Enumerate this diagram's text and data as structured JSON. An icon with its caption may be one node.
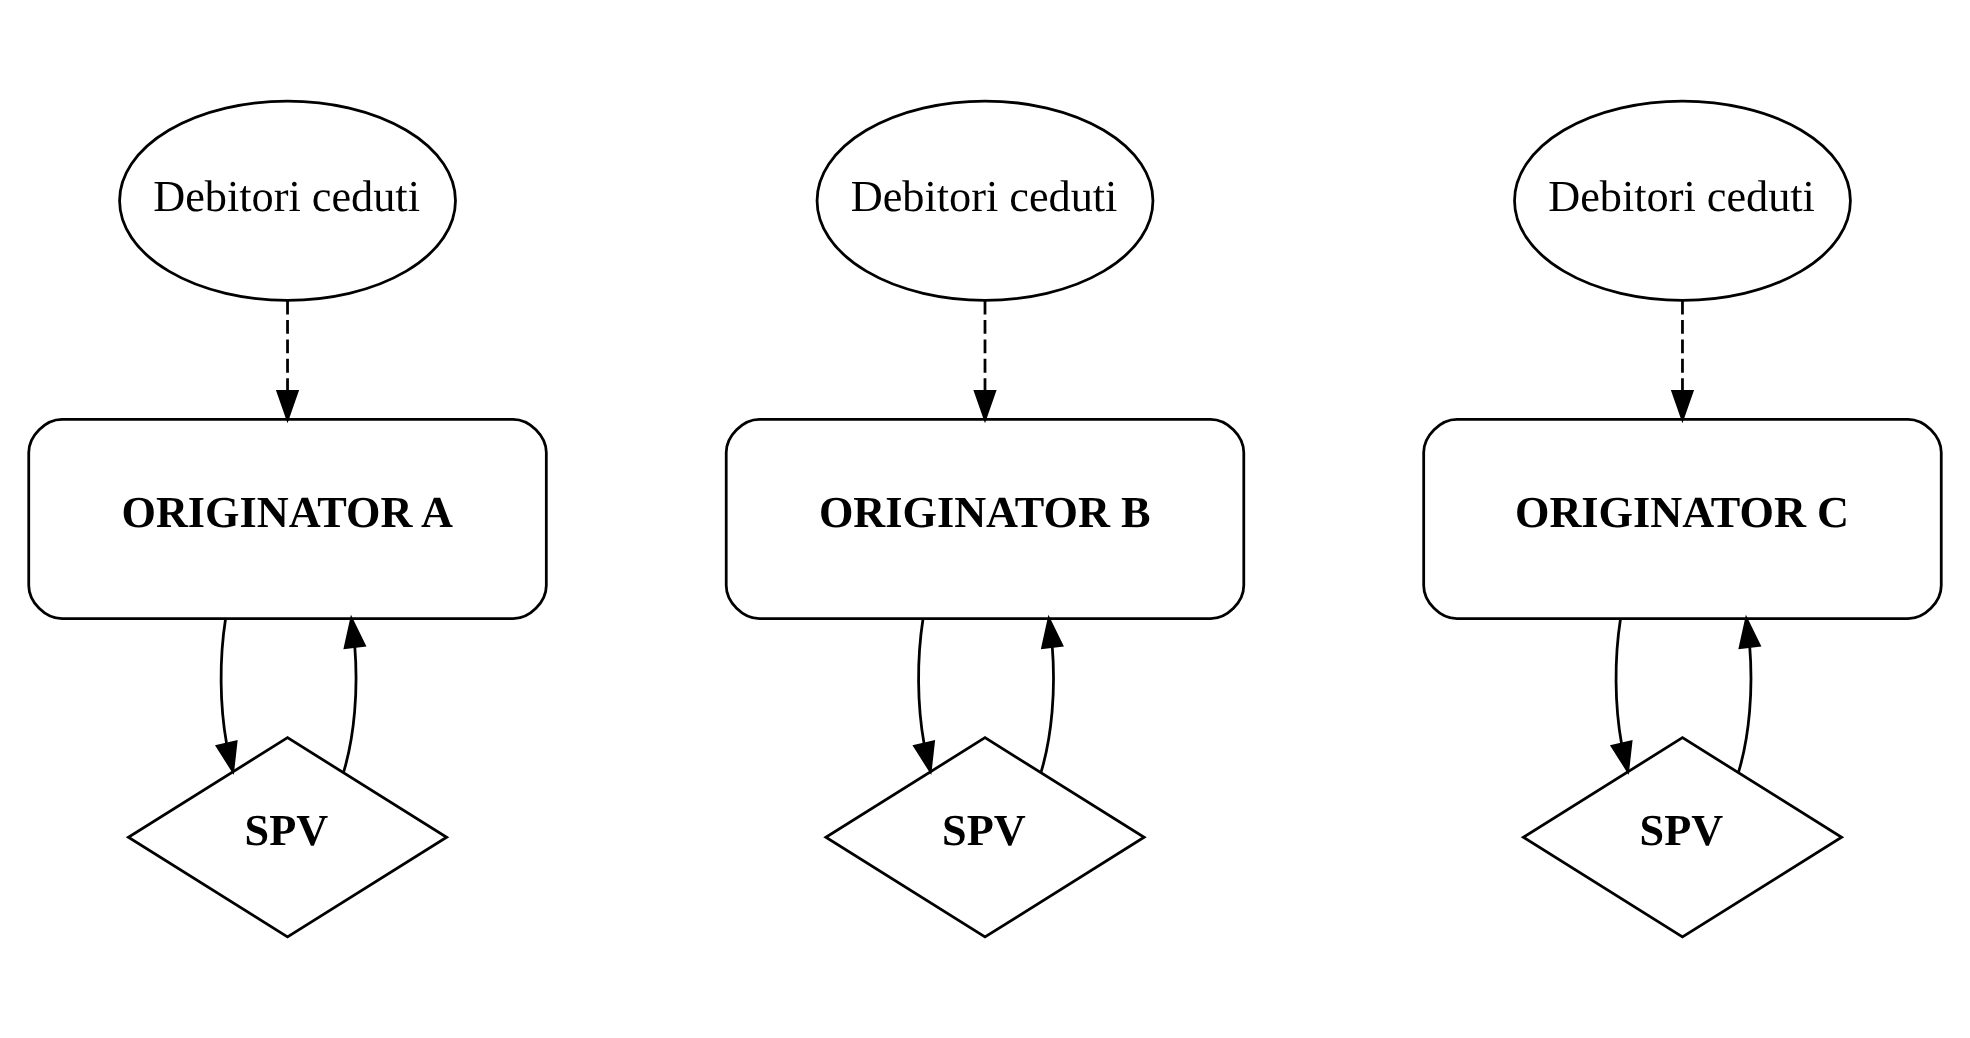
{
  "diagram": {
    "nodes": [
      {
        "text": [
          "Debitori ceduti"
        ]
      },
      {
        "text": [
          "Debitori ceduti"
        ]
      },
      {
        "text": [
          "Debitori ceduti"
        ]
      },
      {
        "text": [
          "ORIGINATOR A"
        ]
      },
      {
        "text": [
          "ORIGINATOR B"
        ]
      },
      {
        "text": [
          "ORIGINATOR C"
        ]
      },
      {
        "text": [
          "SPV"
        ]
      },
      {
        "text": [
          "SPV"
        ]
      },
      {
        "text": [
          "SPV"
        ]
      }
    ],
    "edges": [
      {
        "from": 0,
        "to": 3,
        "arrow": "to",
        "style": "dashed"
      },
      {
        "from": 3,
        "to": 6,
        "arrow": "to"
      },
      {
        "from": 6,
        "to": 3,
        "arrow": "to"
      },
      {
        "from": 1,
        "to": 4,
        "arrow": "to",
        "style": "dashed"
      },
      {
        "from": 4,
        "to": 7,
        "arrow": "to"
      },
      {
        "from": 7,
        "to": 4,
        "arrow": "to"
      },
      {
        "from": 2,
        "to": 5,
        "arrow": "to",
        "style": "dashed"
      },
      {
        "from": 5,
        "to": 8,
        "arrow": "to"
      },
      {
        "from": 8,
        "to": 5,
        "arrow": "to"
      }
    ]
  }
}
